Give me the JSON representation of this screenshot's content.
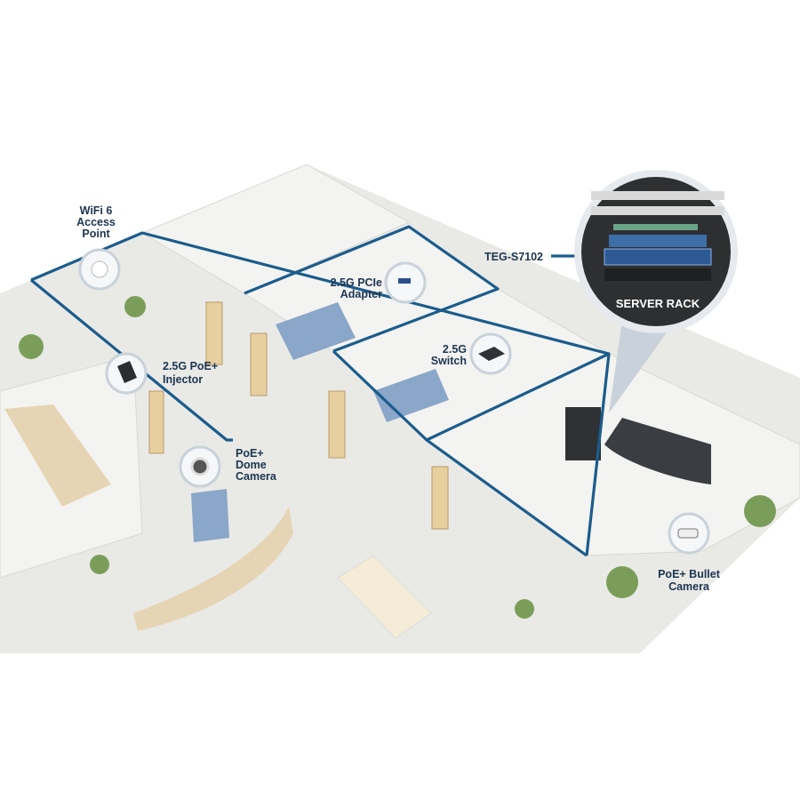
{
  "colors": {
    "network_line": "#1b5c8c",
    "label_text": "#1d3550",
    "server_rack_bg": "#2e2f31"
  },
  "callouts": {
    "wifi": {
      "line1": "WiFi 6",
      "line2": "Access",
      "line3": "Point",
      "icon": "access-point-icon"
    },
    "pcie": {
      "line1": "2.5G PCIe",
      "line2": "Adapter",
      "icon": "pcie-adapter-icon"
    },
    "switch": {
      "line1": "2.5G",
      "line2": "Switch",
      "icon": "network-switch-icon"
    },
    "injector": {
      "line1": "2.5G PoE+",
      "line2": "Injector",
      "icon": "poe-injector-icon"
    },
    "dome": {
      "line1": "PoE+",
      "line2": "Dome",
      "line3": "Camera",
      "icon": "dome-camera-icon"
    },
    "bullet": {
      "line1": "PoE+ Bullet",
      "line2": "Camera",
      "icon": "bullet-camera-icon"
    },
    "rack": {
      "model": "TEG-S7102",
      "title": "SERVER RACK",
      "icon": "server-rack-icon"
    }
  }
}
